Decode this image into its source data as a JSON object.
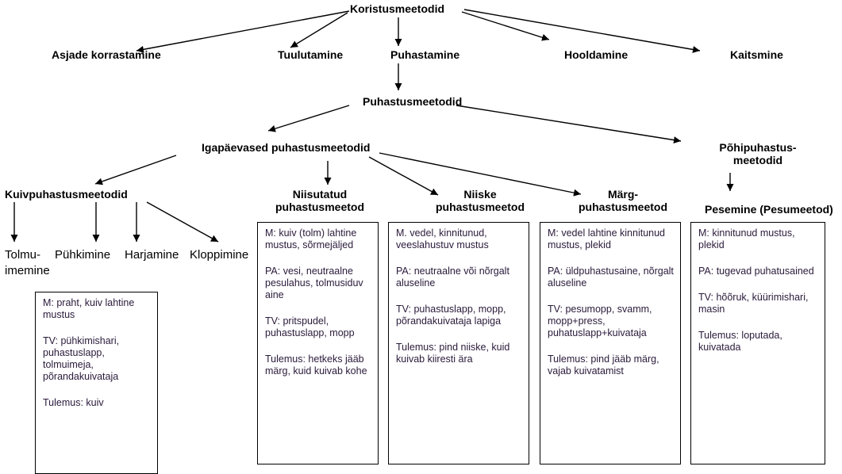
{
  "nodes": {
    "root": "Koristusmeetodid",
    "asjade": "Asjade korrastamine",
    "tuulutamine": "Tuulutamine",
    "puhastamine": "Puhastamine",
    "hooldamine": "Hooldamine",
    "kaitsmine": "Kaitsmine",
    "puhastusmeetodid": "Puhastusmeetodid",
    "igapaevased": "Igapäevased puhastusmeetodid",
    "pohipuhastus_line1": "Põhipuhastus-",
    "pohipuhastus_line2": "meetodid",
    "kuivpuhastus": "Kuivpuhastusmeetodid",
    "niisutatud_line1": "Niisutatud",
    "niisutatud_line2": "puhastusmeetod",
    "niiske_line1": "Niiske",
    "niiske_line2": "puhastusmeetod",
    "marg_line1": "Märg-",
    "marg_line2": "puhastusmeetod",
    "pesemine": "Pesemine (Pesumeetod)"
  },
  "dry_methods": {
    "tolmu_line1": "Tolmu-",
    "tolmu_line2": "imemine",
    "puhkimine": "Pühkimine",
    "harjamine": "Harjamine",
    "kloppimine": "Kloppimine"
  },
  "boxes": {
    "kuiv": [
      "M: praht, kuiv lahtine mustus",
      "TV: pühkimishari, puhastuslapp, tolmuimeja, põrandakuivataja",
      "Tulemus: kuiv"
    ],
    "niisutatud": [
      "M: kuiv (tolm) lahtine mustus, sõrmejäljed",
      "PA: vesi, neutraalne pesulahus, tolmusiduv aine",
      "TV: pritspudel, puhastuslapp, mopp",
      "Tulemus: hetkeks jääb märg, kuid kuivab kohe"
    ],
    "niiske": [
      "M. vedel, kinnitunud, veeslahustuv mustus",
      "PA: neutraalne või nõrgalt aluseline",
      "TV: puhastuslapp, mopp, põrandakuivataja lapiga",
      "Tulemus: pind niiske, kuid kuivab kiiresti ära"
    ],
    "marg": [
      "M: vedel lahtine kinnitunud mustus, plekid",
      "PA: üldpuhastusaine, nõrgalt aluseline",
      "TV: pesumopp, svamm, mopp+press, puhatuslapp+kuivataja",
      "Tulemus: pind jääb märg, vajab kuivatamist"
    ],
    "pesemine": [
      "M: kinnitunud mustus, plekid",
      "PA: tugevad puhatusained",
      "TV: hõõruk, küürimishari, masin",
      "Tulemus: loputada, kuivatada"
    ]
  }
}
